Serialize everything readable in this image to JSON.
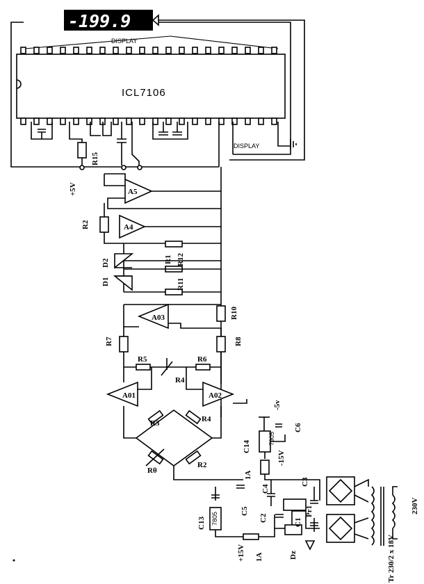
{
  "display_reading": "-199.9",
  "display_label_top": "DISPLAY",
  "display_label_side": "DISPLAY",
  "chip_label": "ICL7106",
  "supply": {
    "plus5v": "+5V",
    "minus5v": "-5v",
    "minus15v": "-15V",
    "plus15v": "+15V",
    "fuse_top": "1A",
    "fuse_bottom": "1A",
    "mains": "230V",
    "transformer": "Tr 230/2 x 18V"
  },
  "regulators": {
    "neg": "7905",
    "pos": "7805"
  },
  "opamps": {
    "a5": "A5",
    "a4": "A4",
    "a03": "A03",
    "a01": "A01",
    "a02": "A02"
  },
  "resistors": {
    "r15": "R15",
    "r2_top": "R2",
    "r1": "R1",
    "r12": "R12",
    "r11": "R11",
    "r10": "R10",
    "r7": "R7",
    "r8": "R8",
    "r5": "R5",
    "r6": "R6",
    "r4_gain": "R4",
    "r3": "R3",
    "r4_bridge": "R4",
    "r2_bridge": "R2",
    "rtheta": "Rθ"
  },
  "diodes": {
    "d2": "D2",
    "d1": "D1",
    "dz": "Dz"
  },
  "capacitors": {
    "c14": "C14",
    "c6": "C6",
    "c4": "C4",
    "c3": "C3",
    "c13": "C13",
    "c5": "C5",
    "c2": "C2",
    "c1": "C1"
  },
  "misc": {
    "pr1": "Pr1"
  }
}
